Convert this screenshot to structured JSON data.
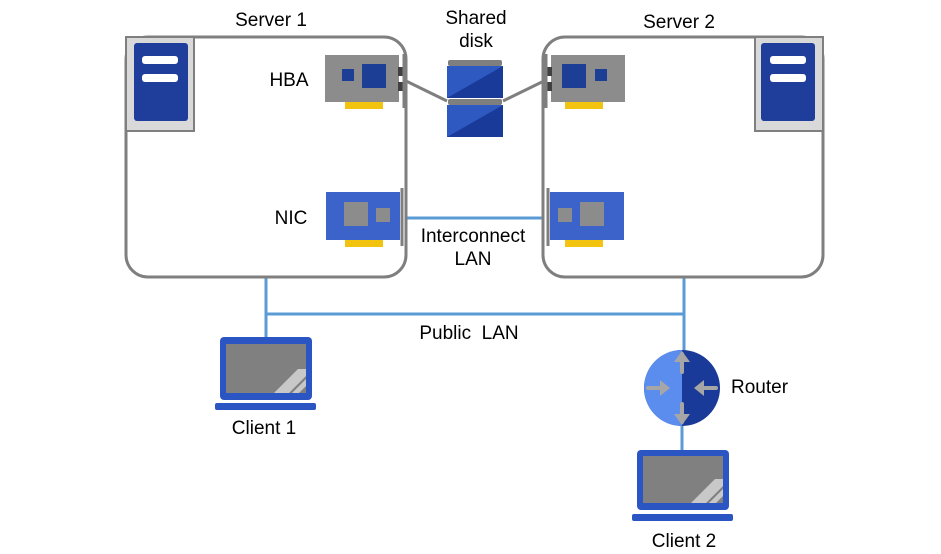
{
  "labels": {
    "server1": "Server 1",
    "server2": "Server 2",
    "shared_disk_line1": "Shared",
    "shared_disk_line2": "disk",
    "hba": "HBA",
    "nic": "NIC",
    "interconnect_line1": "Interconnect",
    "interconnect_line2": "LAN",
    "public_lan": "Public  LAN",
    "router": "Router",
    "client1": "Client 1",
    "client2": "Client 2"
  },
  "colors": {
    "frame": "#7f7f7f",
    "server_panel": "#d9d9d9",
    "server_icon": "#1f3e9b",
    "card_gray": "#8c8c8c",
    "card_blue": "#3b63c9",
    "chip_blue": "#1c3f95",
    "gold": "#f2c40f",
    "lan_line": "#5b9bd5",
    "disk_blue": "#2e59c0",
    "router_light": "#5b8def",
    "router_dark": "#1a3a9a",
    "laptop": "#2c55c4",
    "screen": "#808080"
  }
}
